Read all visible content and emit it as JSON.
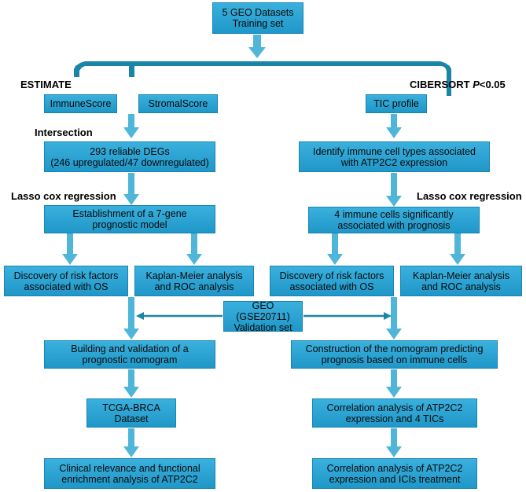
{
  "nodes": {
    "geo_training": "5 GEO Datasets\nTraining set",
    "immune_score": "ImmuneScore",
    "stromal_score": "StromalScore",
    "tic_profile": "TIC profile",
    "degs": "293 reliable DEGs\n(246 upregulated/47 downregulated)",
    "identify_immune": "Identify immune cell types associated\nwith ATP2C2 expression",
    "seven_gene": "Establishment of a 7-gene\nprognostic model",
    "four_immune": "4 immune cells significantly\nassociated with prognosis",
    "risk_left": "Discovery of risk factors\nassociated with OS",
    "km_left": "Kaplan-Meier analysis\nand ROC analysis",
    "risk_right": "Discovery of risk factors\nassociated with OS",
    "km_right": "Kaplan-Meier analysis\nand ROC analysis",
    "geo_validation": "GEO (GSE20711)\nValidation set",
    "nomogram_left": "Building and validation of a\nprognostic nomogram",
    "nomogram_right": "Construction of the nomogram predicting\nprognosis based on immune cells",
    "tcga": "TCGA-BRCA\nDataset",
    "corr_tics": "Correlation analysis of ATP2C2\nexpression and 4 TICs",
    "clinical": "Clinical relevance and functional\nenrichment analysis of ATP2C2",
    "corr_icis": "Correlation analysis of ATP2C2\nexpression and ICIs treatment"
  },
  "labels": {
    "estimate": "ESTIMATE",
    "cibersort": "CIBERSORT",
    "cibersort_p": "P",
    "cibersort_threshold": "<0.05",
    "intersection": "Intersection",
    "lasso_left": "Lasso cox regression",
    "lasso_right": "Lasso cox regression"
  },
  "colors": {
    "box_fill": "#2ea4d3",
    "connector": "#1a86a6"
  }
}
